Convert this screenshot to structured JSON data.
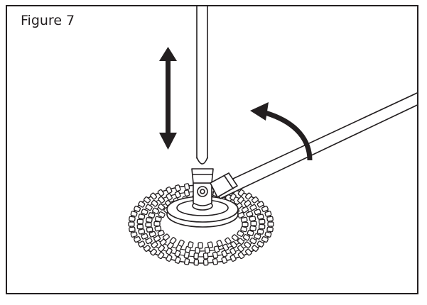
{
  "figure": {
    "label": "Figure 7"
  },
  "colors": {
    "ink": "#231f20",
    "paper": "#ffffff"
  },
  "illustration": {
    "subject": "spin-mop-head-with-handle",
    "arrows": [
      "up-down-double-arrow",
      "curved-tilt-arrow"
    ]
  }
}
